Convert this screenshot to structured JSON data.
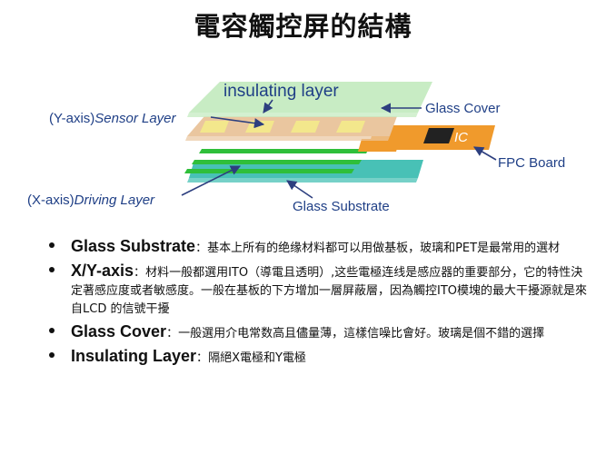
{
  "title": "電容觸控屏的結構",
  "diagram": {
    "labels": {
      "insulating": "insulating layer",
      "sensor_prefix": "(Y-axis)",
      "sensor_suffix": "Sensor Layer",
      "glass_cover": "Glass Cover",
      "ic": "IC",
      "fpc": "FPC Board",
      "driving_prefix": "(X-axis)",
      "driving_suffix": "Driving Layer",
      "glass_substrate": "Glass Substrate"
    },
    "colors": {
      "insulating": "#c8ecc4",
      "sensor": "#eac69f",
      "sensor_pad": "#f3e78c",
      "electrode": "#2fbf3a",
      "substrate": "#48c1b6",
      "fpc": "#f09a2c",
      "ic": "#222222",
      "label_blue": "#1f3f86",
      "arrow": "#2d3f7f"
    }
  },
  "bullets": [
    {
      "term": "Glass Substrate",
      "sep": "：",
      "desc": "基本上所有的绝缘材料都可以用做基板，玻璃和PET是最常用的選材"
    },
    {
      "term": "X/Y-axis",
      "sep": "：",
      "desc": "材料一般都選用ITO（導電且透明）,这些電極连线是感应器的重要部分，它的特性決定著感应度或者敏感度。一般在基板的下方增加一層屏蔽層，因為觸控ITO模塊的最大干擾源就是來自LCD 的信號干擾"
    },
    {
      "term": "Glass Cover",
      "sep": "：",
      "desc": "一般選用介电常数高且儘量薄，這樣信噪比會好。玻璃是個不錯的選擇"
    },
    {
      "term": "Insulating Layer",
      "sep": "：",
      "desc": "隔絕X電極和Y電極"
    }
  ]
}
